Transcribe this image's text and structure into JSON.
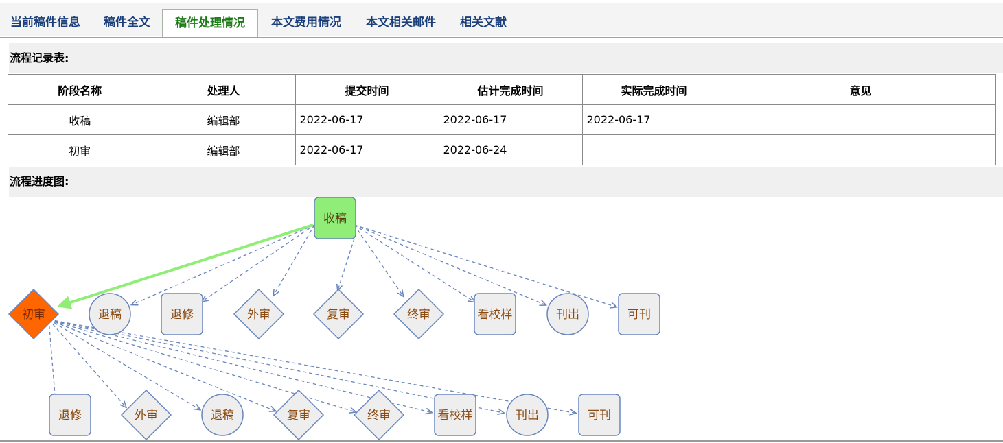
{
  "tabs": [
    {
      "label": "当前稿件信息",
      "active": false
    },
    {
      "label": "稿件全文",
      "active": false
    },
    {
      "label": "稿件处理情况",
      "active": true
    },
    {
      "label": "本文费用情况",
      "active": false
    },
    {
      "label": "本文相关邮件",
      "active": false
    },
    {
      "label": "相关文献",
      "active": false
    }
  ],
  "record": {
    "title": "流程记录表:",
    "columns": [
      "阶段名称",
      "处理人",
      "提交时间",
      "估计完成时间",
      "实际完成时间",
      "意见"
    ],
    "rows": [
      {
        "stage": "收稿",
        "handler": "编辑部",
        "submitted": "2022-06-17",
        "estimated": "2022-06-17",
        "actual": "2022-06-17",
        "opinion": ""
      },
      {
        "stage": "初审",
        "handler": "编辑部",
        "submitted": "2022-06-17",
        "estimated": "2022-06-24",
        "actual": "",
        "opinion": ""
      }
    ]
  },
  "flow": {
    "title": "流程进度图:",
    "colors": {
      "completed": "#90ee78",
      "current": "#ff6600",
      "pending": "#eeeeee",
      "border": "#6a86bd",
      "done_arrow": "#90ee78"
    },
    "start": {
      "label": "收稿",
      "shape": "rounded-rect",
      "status": "completed"
    },
    "current": {
      "label": "初审",
      "shape": "diamond",
      "status": "current"
    },
    "from_start": [
      {
        "label": "退稿",
        "shape": "circle"
      },
      {
        "label": "退修",
        "shape": "rounded-rect"
      },
      {
        "label": "外审",
        "shape": "diamond"
      },
      {
        "label": "复审",
        "shape": "diamond"
      },
      {
        "label": "终审",
        "shape": "diamond"
      },
      {
        "label": "看校样",
        "shape": "rounded-rect"
      },
      {
        "label": "刊出",
        "shape": "circle"
      },
      {
        "label": "可刊",
        "shape": "rounded-rect"
      }
    ],
    "from_current": [
      {
        "label": "退修",
        "shape": "rounded-rect"
      },
      {
        "label": "外审",
        "shape": "diamond"
      },
      {
        "label": "退稿",
        "shape": "circle"
      },
      {
        "label": "复审",
        "shape": "diamond"
      },
      {
        "label": "终审",
        "shape": "diamond"
      },
      {
        "label": "看校样",
        "shape": "rounded-rect"
      },
      {
        "label": "刊出",
        "shape": "circle"
      },
      {
        "label": "可刊",
        "shape": "rounded-rect"
      }
    ]
  }
}
